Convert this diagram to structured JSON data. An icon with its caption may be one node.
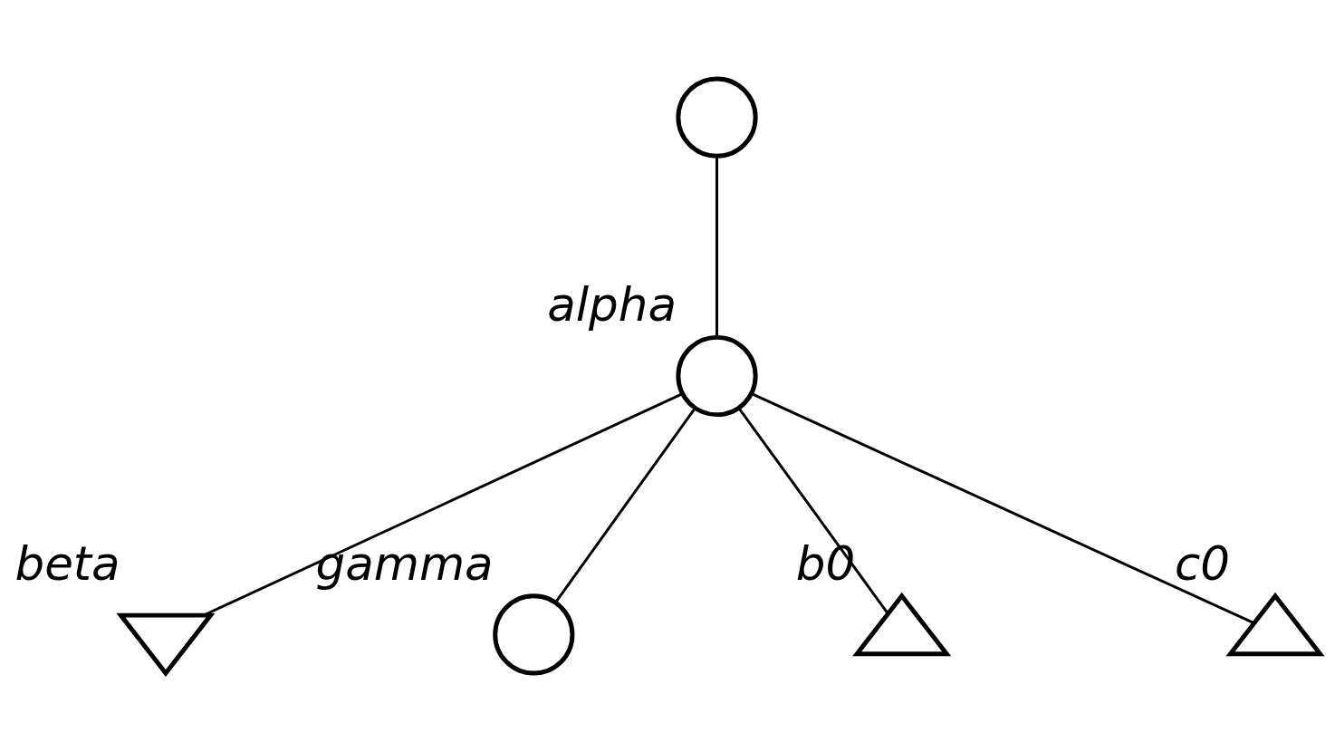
{
  "diagram": {
    "nodes": [
      {
        "text": [],
        "shape": "circle"
      },
      {
        "text": [],
        "shape": "circle",
        "beside": [
          "alpha"
        ]
      },
      {
        "text": [],
        "shape": "invtriangle",
        "beside": [
          "beta"
        ]
      },
      {
        "text": [],
        "shape": "circle",
        "beside": [
          "gamma"
        ]
      },
      {
        "text": [],
        "shape": "triangle",
        "beside": [
          "b0"
        ]
      },
      {
        "text": [],
        "shape": "triangle",
        "beside": [
          "c0"
        ]
      }
    ],
    "edges": [
      {
        "from": 0,
        "to": 1,
        "arrow": "none"
      },
      {
        "from": 1,
        "to": 2,
        "arrow": "none"
      },
      {
        "from": 1,
        "to": 3,
        "arrow": "none"
      },
      {
        "from": 1,
        "to": 4,
        "arrow": "none"
      },
      {
        "from": 1,
        "to": 5,
        "arrow": "none"
      }
    ]
  }
}
